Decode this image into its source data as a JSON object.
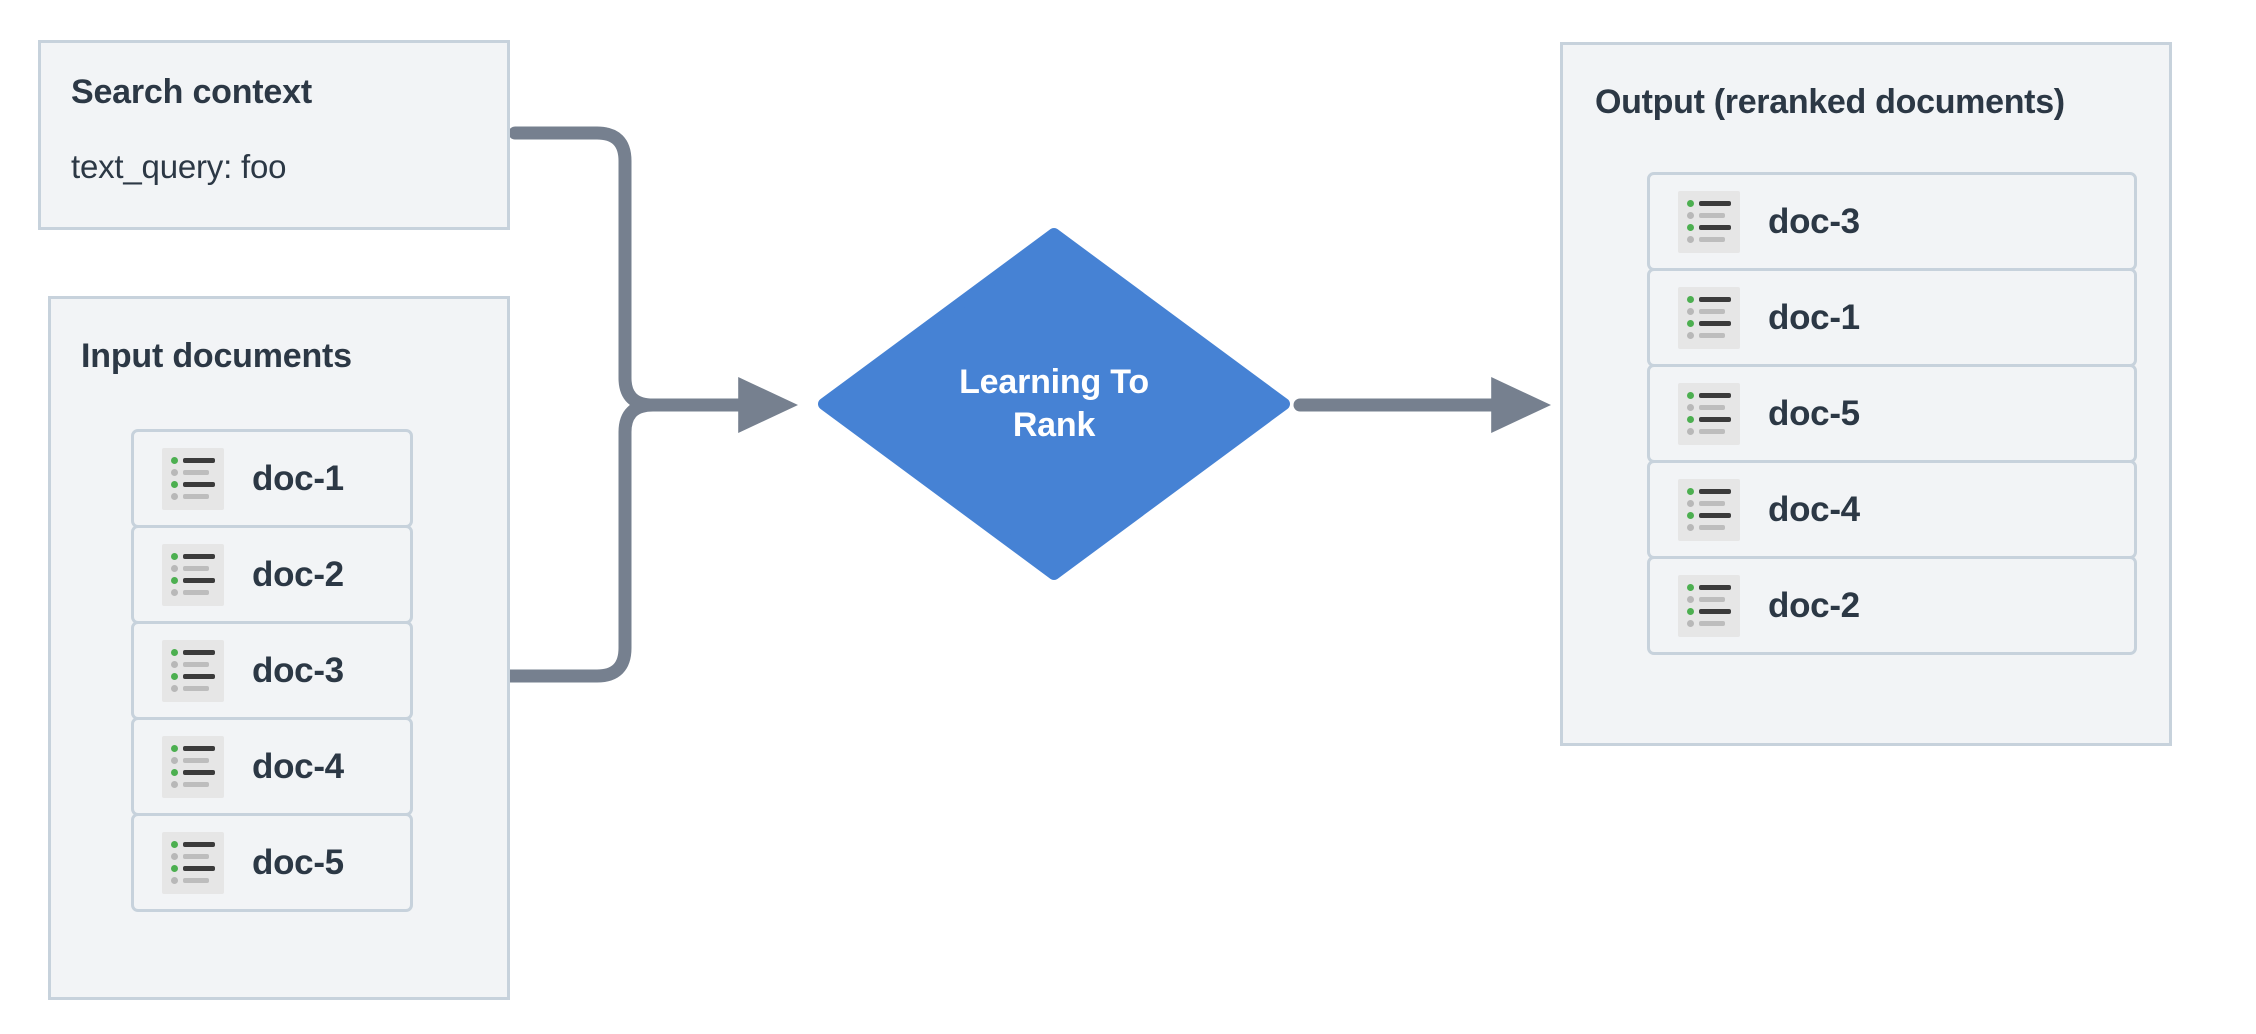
{
  "diagram": {
    "type": "flowchart",
    "title": "Learning To Rank reranking flow",
    "background": "#ffffff",
    "colors": {
      "panel_fill": "#f2f4f6",
      "panel_border": "#c7d2dc",
      "text": "#2c3845",
      "process_fill": "#4682d4",
      "process_text": "#ffffff",
      "connector": "#76808f",
      "icon_bullet_active": "#4caf50",
      "icon_bullet_muted": "#b8b8b8",
      "icon_background": "#e6e6e6"
    }
  },
  "search_context": {
    "title": "Search context",
    "query_line": "text_query: foo"
  },
  "input_documents": {
    "title": "Input documents",
    "items": [
      {
        "label": "doc-1",
        "icon": "document-list-icon"
      },
      {
        "label": "doc-2",
        "icon": "document-list-icon"
      },
      {
        "label": "doc-3",
        "icon": "document-list-icon"
      },
      {
        "label": "doc-4",
        "icon": "document-list-icon"
      },
      {
        "label": "doc-5",
        "icon": "document-list-icon"
      }
    ]
  },
  "process": {
    "label": "Learning To\nRank",
    "shape": "diamond"
  },
  "output": {
    "title": "Output (reranked documents)",
    "items": [
      {
        "label": "doc-3",
        "icon": "document-list-icon"
      },
      {
        "label": "doc-1",
        "icon": "document-list-icon"
      },
      {
        "label": "doc-5",
        "icon": "document-list-icon"
      },
      {
        "label": "doc-4",
        "icon": "document-list-icon"
      },
      {
        "label": "doc-2",
        "icon": "document-list-icon"
      }
    ]
  },
  "connectors": [
    {
      "name": "search-context-to-process",
      "from": "Search context",
      "to": "Learning To Rank",
      "arrow": true
    },
    {
      "name": "input-documents-to-process",
      "from": "Input documents",
      "to": "Learning To Rank",
      "arrow": true
    },
    {
      "name": "process-to-output",
      "from": "Learning To Rank",
      "to": "Output (reranked documents)",
      "arrow": true
    }
  ]
}
